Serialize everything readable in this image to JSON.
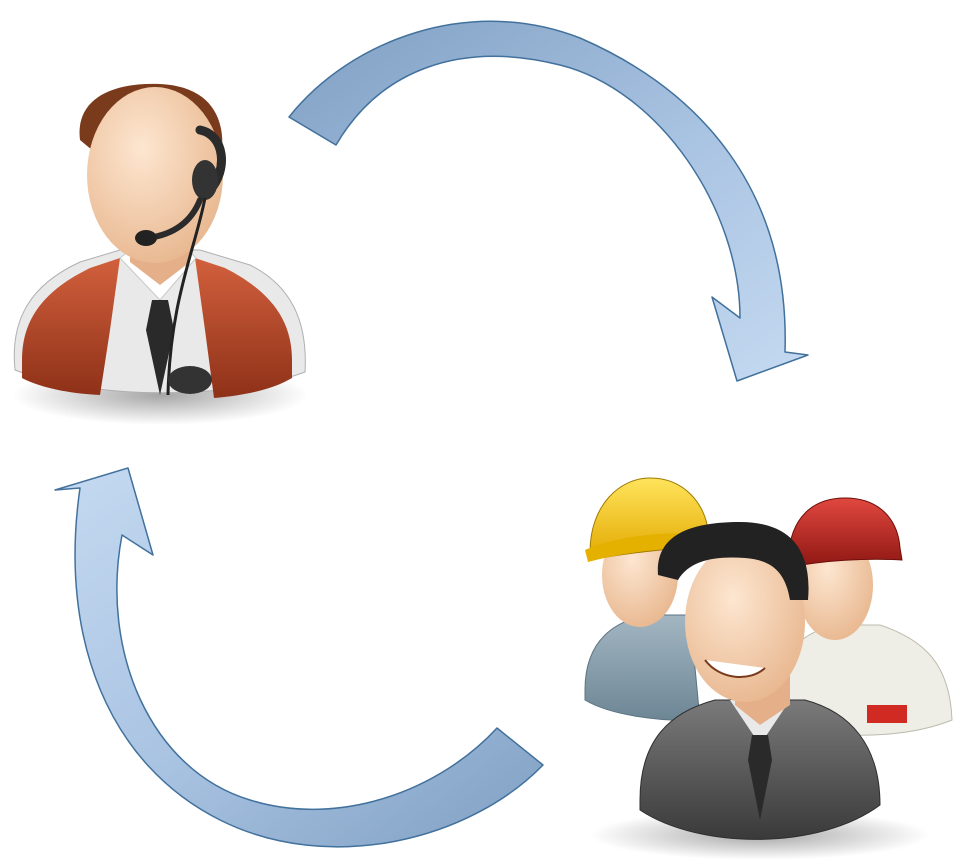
{
  "diagram": {
    "type": "cycle",
    "nodes": [
      {
        "id": "support-agent",
        "icon": "headset-agent-icon"
      },
      {
        "id": "workers-group",
        "icon": "workers-group-icon"
      }
    ],
    "edges": [
      {
        "from": "support-agent",
        "to": "workers-group",
        "style": "curved-arrow"
      },
      {
        "from": "workers-group",
        "to": "support-agent",
        "style": "curved-arrow"
      }
    ],
    "labels": []
  },
  "colors": {
    "background": "#ffffff",
    "arrow_fill_light": "#c5daf1",
    "arrow_fill_dark": "#7f9fc2",
    "arrow_stroke": "#41719c",
    "vest": "#b8462a",
    "skin": "#f3cfae",
    "hair_brown": "#7a3b1c",
    "yellow_helmet": "#f5c60f",
    "red_helmet": "#b8231f",
    "suit": "#5a5a5a"
  }
}
